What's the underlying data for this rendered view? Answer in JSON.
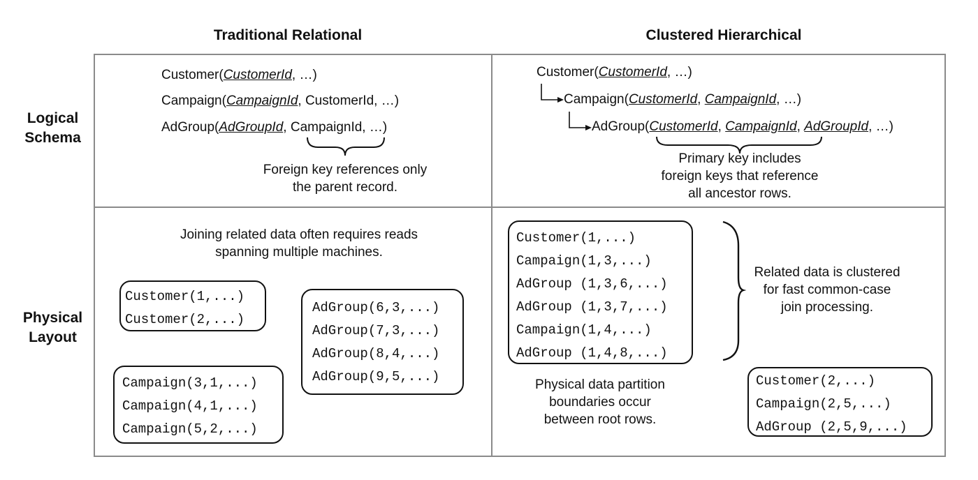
{
  "columns": {
    "left": "Traditional Relational",
    "right": "Clustered Hierarchical"
  },
  "rows": {
    "top_line1": "Logical",
    "top_line2": "Schema",
    "bottom_line1": "Physical",
    "bottom_line2": "Layout"
  },
  "relational_schema": {
    "customer": {
      "name": "Customer(",
      "key": "CustomerId",
      "rest": ", …)"
    },
    "campaign": {
      "name": "Campaign(",
      "key": "CampaignId",
      "rest": ", CustomerId, …)"
    },
    "adgroup": {
      "name": "AdGroup(",
      "key": "AdGroupId",
      "mid": ", ",
      "fk": "CampaignId",
      "rest": ", …)"
    },
    "note_line1": "Foreign key references only",
    "note_line2": "the parent record."
  },
  "hierarchical_schema": {
    "customer": {
      "name": "Customer(",
      "key": "CustomerId",
      "rest": ", …)"
    },
    "campaign": {
      "name": "Campaign(",
      "key1": "CustomerId",
      "sep": ", ",
      "key2": "CampaignId",
      "rest": ", …)"
    },
    "adgroup": {
      "name": "AdGroup(",
      "key1": "CustomerId",
      "sep1": ", ",
      "key2": "CampaignId",
      "sep2": ", ",
      "key3": "AdGroupId",
      "rest": ", …)"
    },
    "note_line1": "Primary key includes",
    "note_line2": "foreign keys that reference",
    "note_line3": "all ancestor rows."
  },
  "relational_layout": {
    "note_line1": "Joining related data often requires reads",
    "note_line2": "spanning multiple machines.",
    "customers": [
      "Customer(1,...)",
      "Customer(2,...)"
    ],
    "campaigns": [
      "Campaign(3,1,...)",
      "Campaign(4,1,...)",
      "Campaign(5,2,...)"
    ],
    "adgroups": [
      "AdGroup(6,3,...)",
      "AdGroup(7,3,...)",
      "AdGroup(8,4,...)",
      "AdGroup(9,5,...)"
    ]
  },
  "hierarchical_layout": {
    "partition1": [
      "Customer(1,...)",
      "Campaign(1,3,...)",
      "AdGroup (1,3,6,...)",
      "AdGroup (1,3,7,...)",
      "Campaign(1,4,...)",
      "AdGroup (1,4,8,...)"
    ],
    "partition2": [
      "Customer(2,...)",
      "Campaign(2,5,...)",
      "AdGroup (2,5,9,...)"
    ],
    "cluster_note_line1": "Related data is clustered",
    "cluster_note_line2": "for fast common-case",
    "cluster_note_line3": "join processing.",
    "partition_note_line1": "Physical data partition",
    "partition_note_line2": "boundaries occur",
    "partition_note_line3": "between root rows."
  }
}
